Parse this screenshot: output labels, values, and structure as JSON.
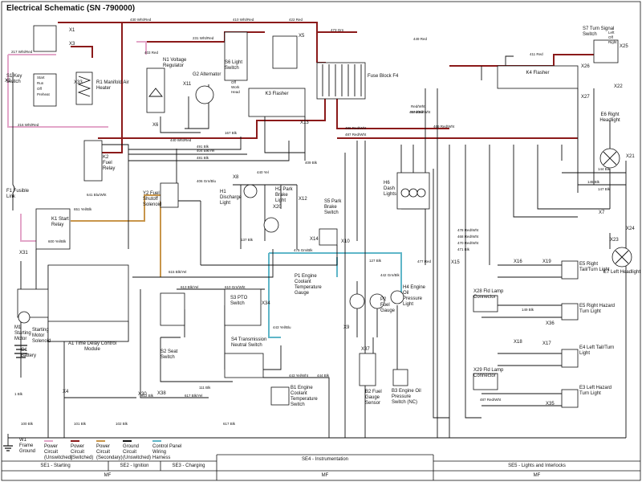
{
  "title": "Electrical Schematic (SN -790000)",
  "components": {
    "s1": "S1 Key Switch",
    "s1_pos": [
      "Start",
      "Run",
      "Off",
      "Preheat"
    ],
    "r1": "R1 Manifold Air Heater",
    "k3_x33": "X33",
    "n1": "N1 Voltage Regulator",
    "g2": "G2 Alternator",
    "s6": "S6 Light Switch",
    "s6_pos": [
      "Off",
      "Work",
      "Head"
    ],
    "k3": "K3 Flasher",
    "fuse": "Fuse Block F4",
    "s7": "S7 Turn Signal Switch",
    "s7_pos": [
      "Left",
      "Off",
      "Right"
    ],
    "k4": "K4 Flasher",
    "e6": "E6 Right Headlight",
    "e7": "E7 Left Headlight",
    "f1": "F1 Fusible Link",
    "k1": "K1 Start Relay",
    "k2": "K2 Fuel Relay",
    "y2": "Y2 Fuel Shutoff Solenoid",
    "h1": "H1 Discharge Light",
    "h2": "H2 Park Brake Light",
    "s5": "S5 Park Brake Switch",
    "h6": "H6 Dash Lights",
    "m1": "M1 Starting Motor",
    "m1b": "Starting Motor Solenoid",
    "a1": "A1 Time Delay Control Module",
    "s3": "S3 PTO Switch",
    "s2": "S2 Seat Switch",
    "s4": "S4 Transmission Neutral Switch",
    "p1": "P1 Engine Coolant Temperature Gauge",
    "p2": "P2 Fuel Gauge",
    "h4": "H4 Engine Oil Pressure Light",
    "b1": "B1 Engine Coolant Temperature Switch",
    "b2": "B2 Fuel Gauge Sensor",
    "b3": "B3 Engine Oil Pressure Switch (NC)",
    "g1": "G1 Battery",
    "w1": "W1 Frame Ground",
    "e5": "E5 Right Tail/Turn Light",
    "e5b": "E5 Right Hazard Turn Light",
    "e4": "E4 Left Tail/Turn Light",
    "e3": "E3 Left Hazard Turn Light",
    "x28": "X28 Fld Lamp Connector",
    "x29": "X29 Fld Lamp Connector"
  },
  "connectors": [
    "X1",
    "X2",
    "X3",
    "X4",
    "X5",
    "X6",
    "X7",
    "X8",
    "X9",
    "X10",
    "X11",
    "X12",
    "X13",
    "X14",
    "X15",
    "X16",
    "X17",
    "X18",
    "X19",
    "X20",
    "X21",
    "X22",
    "X23",
    "X24",
    "X25",
    "X26",
    "X27",
    "X30",
    "X31",
    "X34",
    "X35",
    "X36",
    "X37",
    "X38"
  ],
  "wire_labels": [
    "430 Wht/Red",
    "231 Wht/Red",
    "410 Wht/Red",
    "422 Red",
    "473 Grn",
    "449 Red",
    "411 Red",
    "217 Wht/Red",
    "216 Wht/Red",
    "403 Red",
    "440 Wht/Red",
    "Red/Wht",
    "Red/Blk",
    "167 Blk",
    "491 Blk",
    "481 Blk",
    "486 Red/Wht",
    "487 Red/Wht",
    "409 Blk",
    "404 Blk/Yel",
    "406 Grn/Blu",
    "440 Yel",
    "137 Blk",
    "478 Red/Wht",
    "468 Red/Wht",
    "470 Red/Wht",
    "471 Blk",
    "475 Gm/Blk",
    "127 Blk",
    "442 Grn/Blk",
    "443 Yel/Blu",
    "443 Yel/Wht",
    "477 Red",
    "444 Blk",
    "100 Blk",
    "101 Blk",
    "102 Blk",
    "612 Blk",
    "641 Blu/Wht",
    "651 Yel/Blk",
    "600 Yel/Blk",
    "615 Blk/Yel",
    "613 Blk/Yel",
    "610 Grn/Wht",
    "617 Blk/Yel",
    "111 Blk",
    "617 Blk",
    "487 Red/Wht",
    "467 Red/Wht",
    "469 Red/Wht",
    "144 Blk",
    "145 Blk",
    "149 Blk",
    "147 Blk",
    "1 Blk"
  ],
  "legend": [
    {
      "label": "Power Circuit (Unswitched)",
      "color": "#e3a6c9"
    },
    {
      "label": "Power Circuit (Switched)",
      "color": "#8b1a1a"
    },
    {
      "label": "Power Circuit (Secondary)",
      "color": "#c8954a"
    },
    {
      "label": "Ground Circuit (Unswitched)",
      "color": "#111111"
    },
    {
      "label": "Control Panel Wiring Harness",
      "color": "#5fb6c8"
    }
  ],
  "sections": [
    "SE1 - Starting",
    "SE2 - Ignition",
    "SE3 - Charging",
    "SE4 - Instrumentation",
    "SE5 - Lights and Interlocks"
  ],
  "footer": {
    "left": "MF",
    "middle": "MF",
    "right": "MF"
  }
}
